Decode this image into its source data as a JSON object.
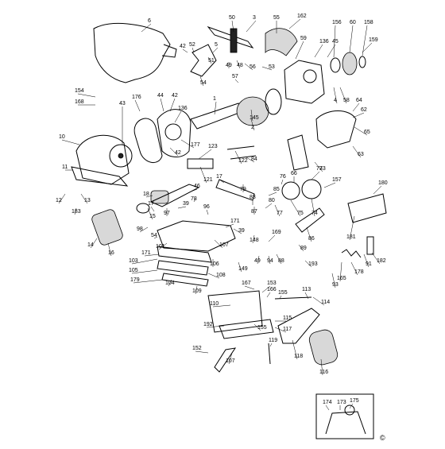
{
  "copyright_symbol": "©",
  "callouts": [
    {
      "label": "6"
    },
    {
      "label": "50"
    },
    {
      "label": "3"
    },
    {
      "label": "55"
    },
    {
      "label": "162"
    },
    {
      "label": "59"
    },
    {
      "label": "156"
    },
    {
      "label": "60"
    },
    {
      "label": "158"
    },
    {
      "label": "136"
    },
    {
      "label": "45"
    },
    {
      "label": "159"
    },
    {
      "label": "5"
    },
    {
      "label": "42"
    },
    {
      "label": "52"
    },
    {
      "label": "51"
    },
    {
      "label": "49"
    },
    {
      "label": "48"
    },
    {
      "label": "56"
    },
    {
      "label": "53"
    },
    {
      "label": "54"
    },
    {
      "label": "57"
    },
    {
      "label": "58"
    },
    {
      "label": "4"
    },
    {
      "label": "64"
    },
    {
      "label": "154"
    },
    {
      "label": "168"
    },
    {
      "label": "176"
    },
    {
      "label": "44"
    },
    {
      "label": "42"
    },
    {
      "label": "43"
    },
    {
      "label": "136"
    },
    {
      "label": "1"
    },
    {
      "label": "145"
    },
    {
      "label": "2"
    },
    {
      "label": "62"
    },
    {
      "label": "65"
    },
    {
      "label": "63"
    },
    {
      "label": "73"
    },
    {
      "label": "10"
    },
    {
      "label": "177"
    },
    {
      "label": "42"
    },
    {
      "label": "123"
    },
    {
      "label": "122"
    },
    {
      "label": "84"
    },
    {
      "label": "11"
    },
    {
      "label": "121"
    },
    {
      "label": "17"
    },
    {
      "label": "76"
    },
    {
      "label": "66"
    },
    {
      "label": "73"
    },
    {
      "label": "157"
    },
    {
      "label": "180"
    },
    {
      "label": "12"
    },
    {
      "label": "13"
    },
    {
      "label": "18"
    },
    {
      "label": "46"
    },
    {
      "label": "79"
    },
    {
      "label": "85"
    },
    {
      "label": "183"
    },
    {
      "label": "15"
    },
    {
      "label": "77"
    },
    {
      "label": "39"
    },
    {
      "label": "78"
    },
    {
      "label": "97"
    },
    {
      "label": "83"
    },
    {
      "label": "80"
    },
    {
      "label": "87"
    },
    {
      "label": "75"
    },
    {
      "label": "74"
    },
    {
      "label": "17"
    },
    {
      "label": "96"
    },
    {
      "label": "98"
    },
    {
      "label": "171"
    },
    {
      "label": "39"
    },
    {
      "label": "86"
    },
    {
      "label": "181"
    },
    {
      "label": "14"
    },
    {
      "label": "54"
    },
    {
      "label": "16"
    },
    {
      "label": "101"
    },
    {
      "label": "148"
    },
    {
      "label": "169"
    },
    {
      "label": "182"
    },
    {
      "label": "171"
    },
    {
      "label": "107"
    },
    {
      "label": "49"
    },
    {
      "label": "94"
    },
    {
      "label": "88"
    },
    {
      "label": "89"
    },
    {
      "label": "91"
    },
    {
      "label": "103"
    },
    {
      "label": "106"
    },
    {
      "label": "149"
    },
    {
      "label": "193"
    },
    {
      "label": "105"
    },
    {
      "label": "108"
    },
    {
      "label": "178"
    },
    {
      "label": "179"
    },
    {
      "label": "104"
    },
    {
      "label": "165"
    },
    {
      "label": "93"
    },
    {
      "label": "109"
    },
    {
      "label": "167"
    },
    {
      "label": "153"
    },
    {
      "label": "166"
    },
    {
      "label": "155"
    },
    {
      "label": "113"
    },
    {
      "label": "114"
    },
    {
      "label": "110"
    },
    {
      "label": "192"
    },
    {
      "label": "155"
    },
    {
      "label": "115"
    },
    {
      "label": "117"
    },
    {
      "label": "119"
    },
    {
      "label": "152"
    },
    {
      "label": "118"
    },
    {
      "label": "107"
    },
    {
      "label": "116"
    },
    {
      "label": "174"
    },
    {
      "label": "173"
    },
    {
      "label": "175"
    }
  ]
}
